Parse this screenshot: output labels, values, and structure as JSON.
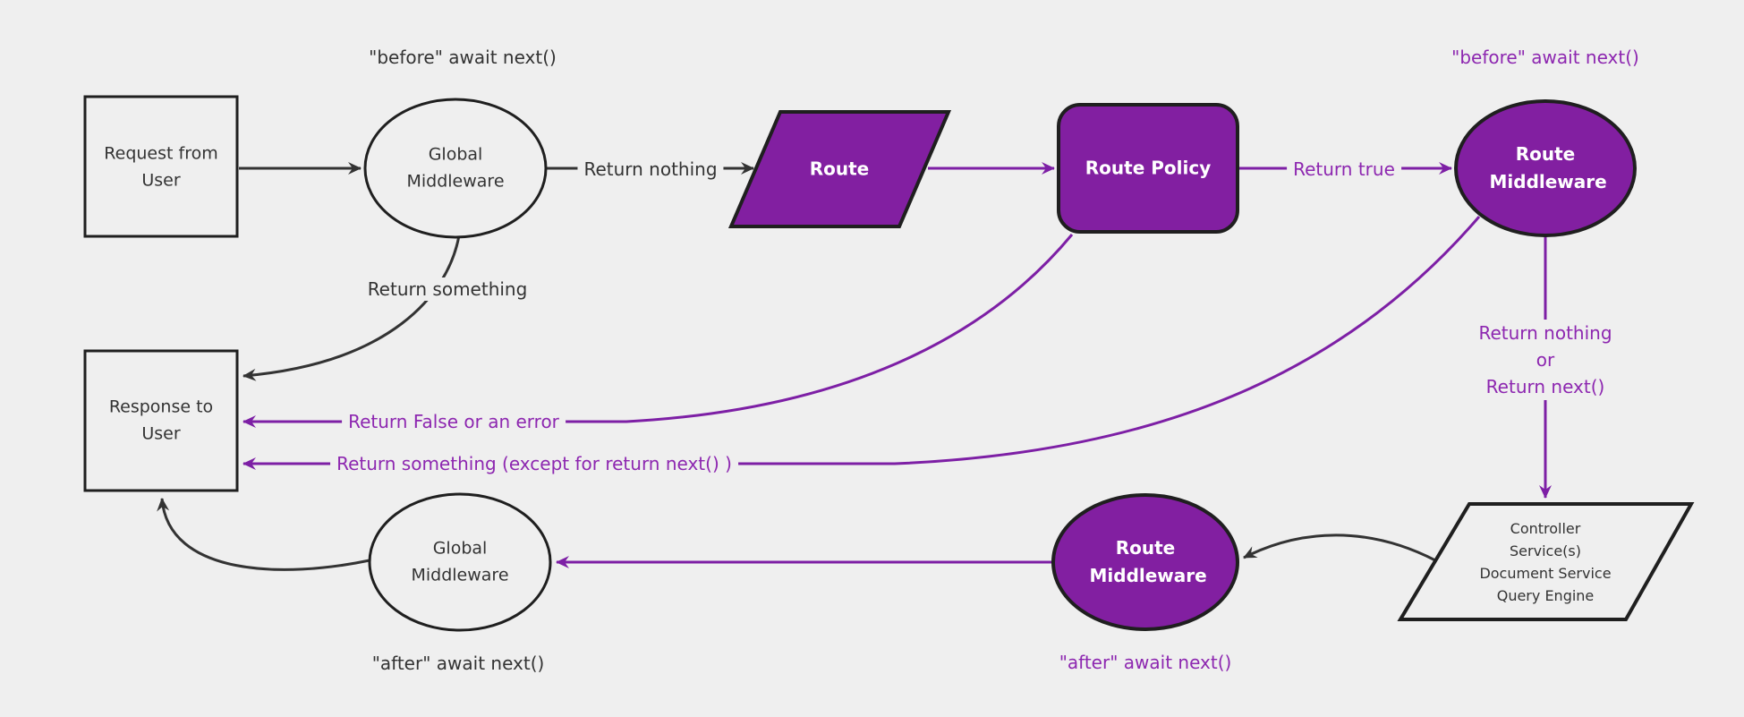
{
  "diagram": {
    "colors": {
      "background": "#efefef",
      "node_purple_fill": "#821fa1",
      "node_light_fill": "#efefef",
      "node_border": "#1f1f1f",
      "edge_black": "#333333",
      "edge_purple": "#7d1fa5",
      "text_purple": "#8d27b0",
      "text_dark": "#333333",
      "text_white": "#ffffff"
    },
    "nodes": {
      "request": {
        "label": "Request from User"
      },
      "global_mw_top": {
        "label": "Global Middleware"
      },
      "route": {
        "label": "Route"
      },
      "route_policy": {
        "label": "Route Policy"
      },
      "route_mw_top": {
        "label": "Route Middleware"
      },
      "response": {
        "label": "Response to User"
      },
      "global_mw_bottom": {
        "label": "Global Middleware"
      },
      "route_mw_bottom": {
        "label": "Route Middleware"
      },
      "services": {
        "lines": [
          "Controller",
          "Service(s)",
          "Document Service",
          "Query Engine"
        ]
      }
    },
    "annotations": {
      "before_global": "\"before\" await next()",
      "before_route_mw": "\"before\" await next()",
      "after_global": "\"after\" await next()",
      "after_route_mw": "\"after\" await next()"
    },
    "edge_labels": {
      "return_nothing": "Return nothing",
      "return_something": "Return something",
      "return_true": "Return true",
      "return_nothing_or_next": [
        "Return nothing",
        "or",
        "Return next()"
      ],
      "return_false_or_error": "Return False or an error",
      "return_something_except": "Return something (except for return next() )"
    }
  }
}
